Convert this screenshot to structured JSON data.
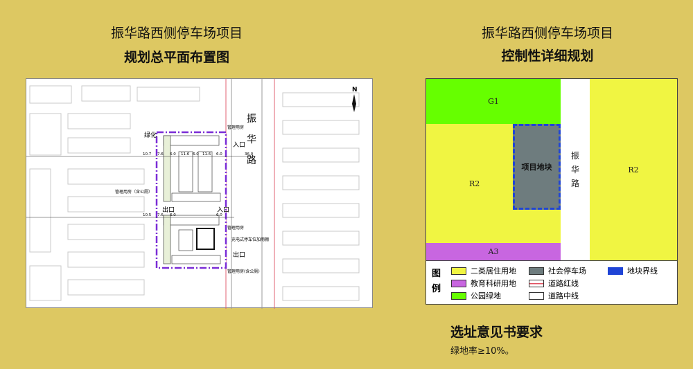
{
  "left": {
    "title": "振华路西侧停车场项目",
    "subtitle": "规划总平面布置图",
    "labels": {
      "road": "振华路",
      "green": "绿化",
      "north": "N",
      "entrance1": "入口",
      "entrance2": "入口",
      "exit1": "出口",
      "exit2": "出口",
      "mgmt1": "管理用房",
      "mgmt2": "管理用房（含公厕）",
      "mgmt3": "管理用房",
      "mgmt4": "管理用房(含公厕)",
      "charging": "充电式停车位加雨棚",
      "dims": [
        "10.7",
        "7.6",
        "6.0",
        "11.6",
        "6.0",
        "11.6",
        "6.0",
        "36.0",
        "10.5",
        "7.6",
        "6.0",
        "6.0"
      ]
    }
  },
  "right": {
    "title": "振华路西侧停车场项目",
    "subtitle": "控制性详细规划",
    "zones": {
      "g1": "G1",
      "r2_left": "R2",
      "r2_right": "R2",
      "a3": "A3",
      "project": "项目地块",
      "road": "振华路"
    },
    "legend": {
      "title": "图例",
      "items": [
        {
          "label": "二类居住用地",
          "color": "#f0f542"
        },
        {
          "label": "教育科研用地",
          "color": "#c866e0"
        },
        {
          "label": "公园绿地",
          "color": "#66ff00"
        },
        {
          "label": "社会停车场",
          "color": "#6e7c7e"
        },
        {
          "label": "道路红线",
          "color": "#e05060"
        },
        {
          "label": "道路中线",
          "color": "#ffffff"
        },
        {
          "label": "地块界线",
          "color": "#1f44d6"
        }
      ]
    }
  },
  "requirements": {
    "heading": "选址意见书要求",
    "text": "绿地率≥10%。"
  },
  "colors": {
    "background": "#ddc862",
    "residential": "#f0f542",
    "education": "#c866e0",
    "green": "#66ff00",
    "parking": "#6e7c7e",
    "boundary": "#1f44d6"
  }
}
